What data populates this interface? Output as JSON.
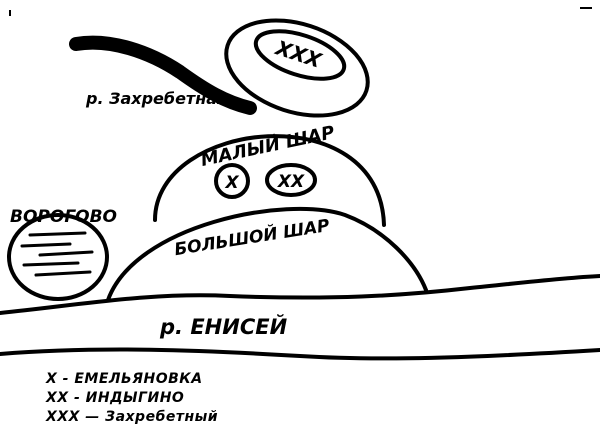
{
  "labels": {
    "zakhrebetnaya_river": "р. Захребетная",
    "maly_shar": "МАЛЫЙ ШАР",
    "bolshoy_shar": "БОЛЬШОЙ ШАР",
    "vorogovo": "ВОРОГОВО",
    "yenisei_river": "р. ЕНИСЕЙ",
    "marker_emelyanovka": "X",
    "marker_indygino": "XX",
    "marker_zakhrebetny": "XXX"
  },
  "legend": [
    {
      "symbol": "X",
      "name": "ЕМЕЛЬЯНОВКА",
      "text": "X - ЕМЕЛЬЯНОВКА"
    },
    {
      "symbol": "XX",
      "name": "ИНДЫГИНО",
      "text": "XX - ИНДЫГИНО"
    },
    {
      "symbol": "XXX",
      "name": "Захребетный",
      "text": "XXX — Захребетный"
    }
  ],
  "colors": {
    "ink": "#000000",
    "paper": "#ffffff"
  }
}
